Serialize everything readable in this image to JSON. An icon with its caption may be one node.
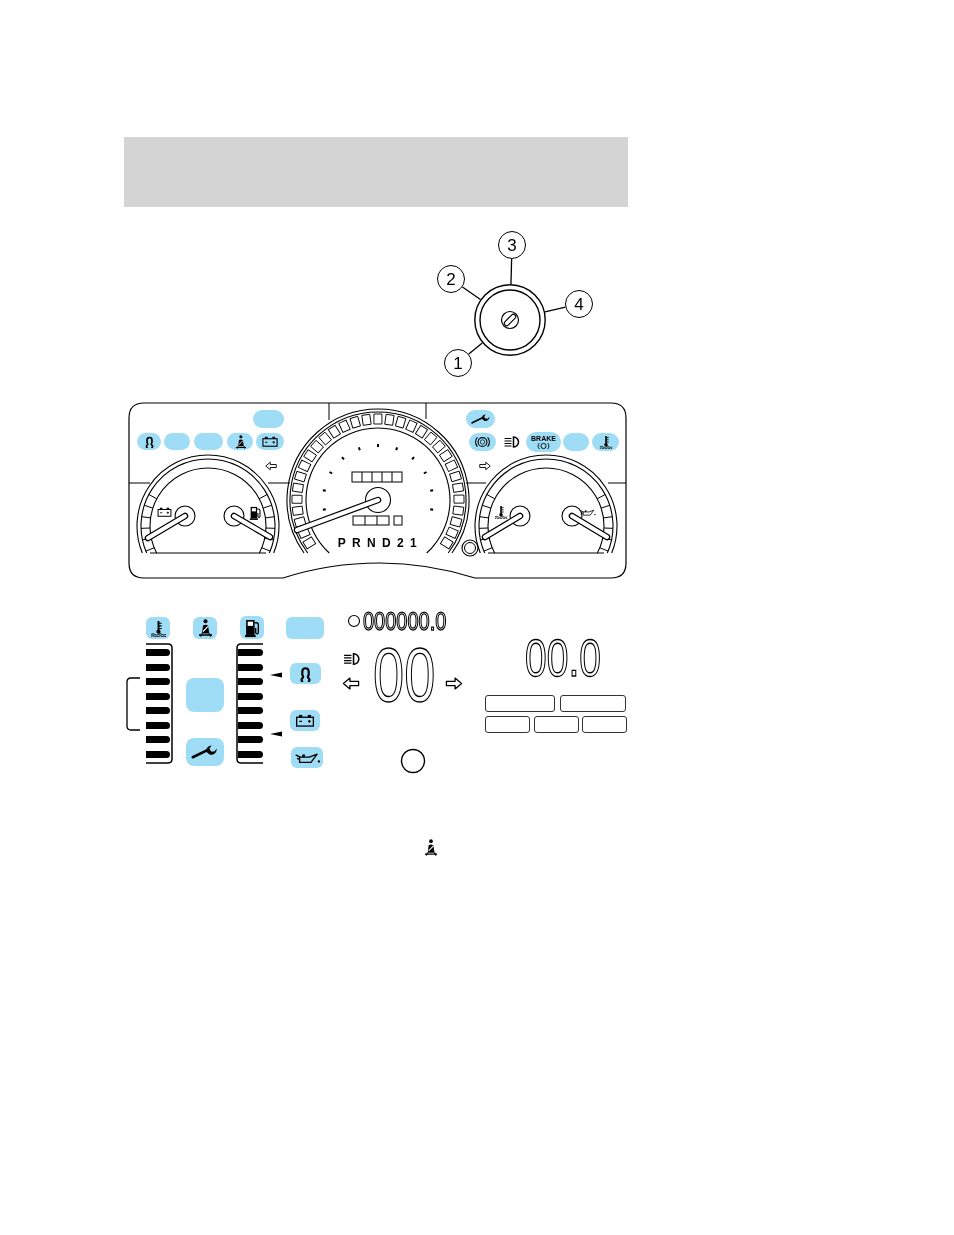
{
  "diagram": {
    "nodes": [
      {
        "text": [
          "3"
        ]
      },
      {
        "text": [
          "2"
        ]
      },
      {
        "text": [
          "4"
        ]
      },
      {
        "text": [],
        "shape": "circle"
      },
      {
        "text": [
          "1"
        ]
      }
    ],
    "edges": [
      {
        "from": 0,
        "to": 3,
        "arrow": "none"
      },
      {
        "from": 1,
        "to": 3,
        "arrow": "none"
      },
      {
        "from": 2,
        "to": 3,
        "arrow": "none"
      },
      {
        "from": 4,
        "to": 3,
        "arrow": "none"
      }
    ],
    "labels": [
      "BRAKE",
      "P R N D 2 1",
      "000000.0",
      "00",
      "00.0"
    ]
  }
}
